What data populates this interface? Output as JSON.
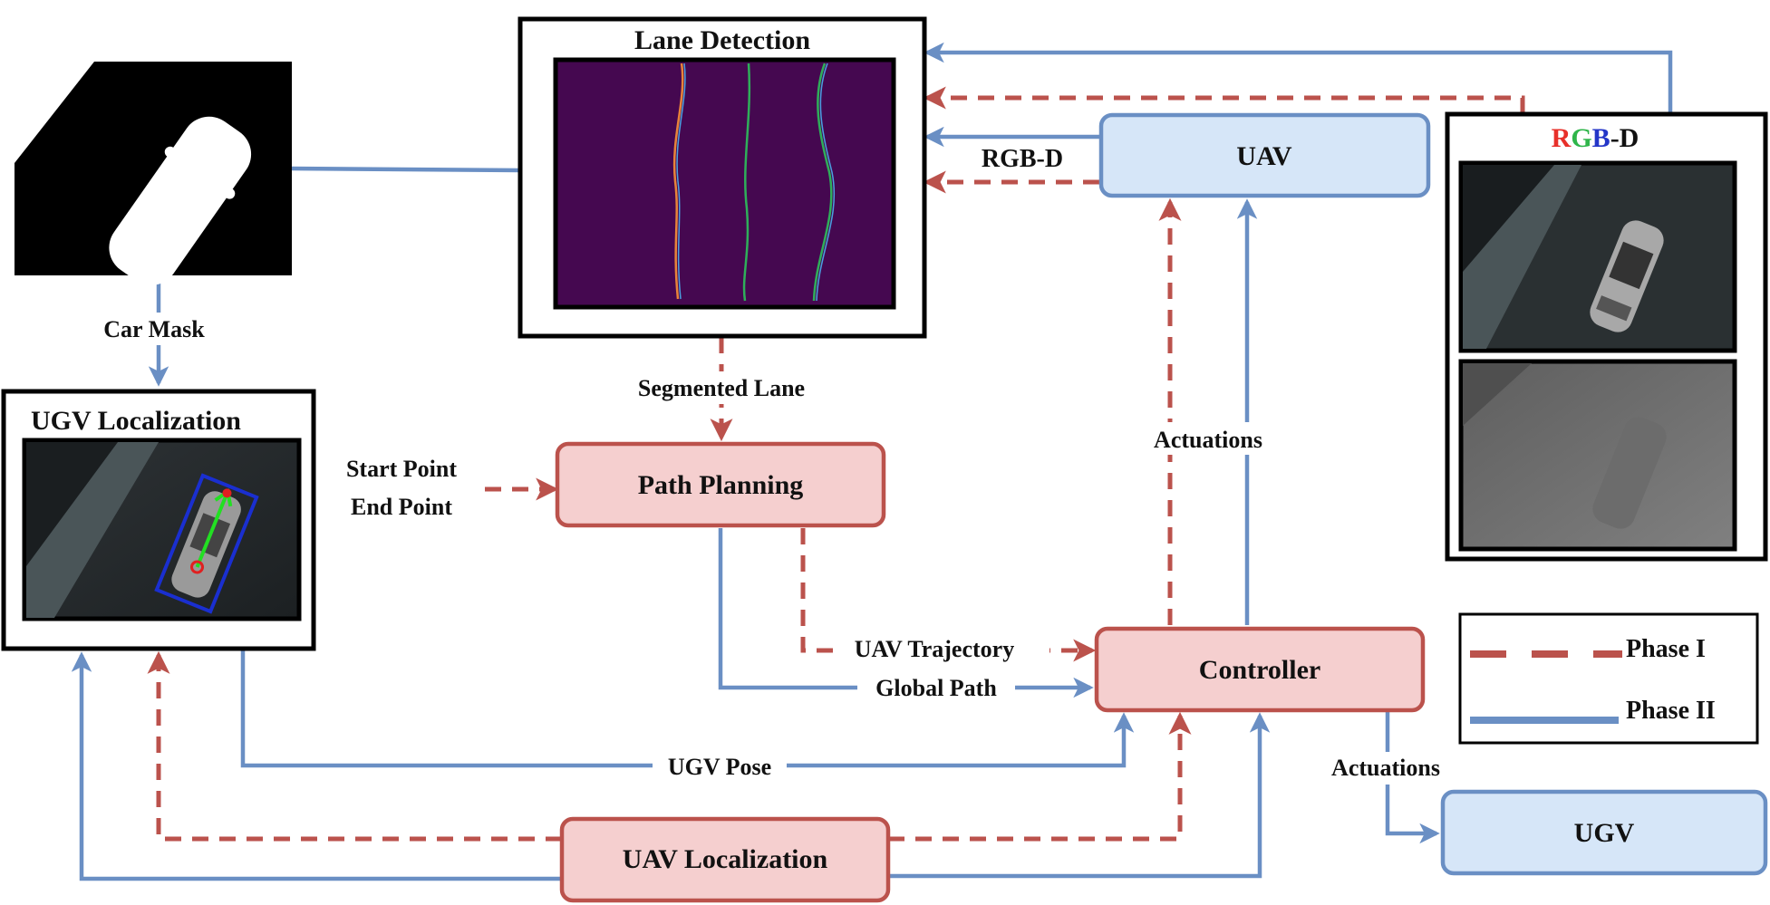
{
  "nodes": {
    "lane_detection": "Lane Detection",
    "ugv_localization": "UGV Localization",
    "path_planning": "Path Planning",
    "controller": "Controller",
    "uav": "UAV",
    "ugv": "UGV",
    "uav_localization": "UAV Localization"
  },
  "rgbd_panel": {
    "title_r": "R",
    "title_g": "G",
    "title_b": "B",
    "title_suffix": "-D"
  },
  "edge_labels": {
    "car_mask": "Car Mask",
    "segmented_lane": "Segmented Lane",
    "start_point": "Start Point",
    "end_point": "End Point",
    "rgbd": "RGB-D",
    "actuations_uav": "Actuations",
    "uav_trajectory": "UAV Trajectory",
    "global_path": "Global Path",
    "ugv_pose": "UGV Pose",
    "actuations_ugv": "Actuations"
  },
  "legend": {
    "phase1": "Phase I",
    "phase2": "Phase II"
  },
  "colors": {
    "phase1_line": "#bb524c",
    "phase2_line": "#6a8fc4",
    "red_node_fill": "#f5cfcf",
    "blue_node_fill": "#d6e6f8",
    "lane_bg": "#450850",
    "rgb_r": "#e8302a",
    "rgb_g": "#2fb54a",
    "rgb_b": "#2436c8"
  }
}
